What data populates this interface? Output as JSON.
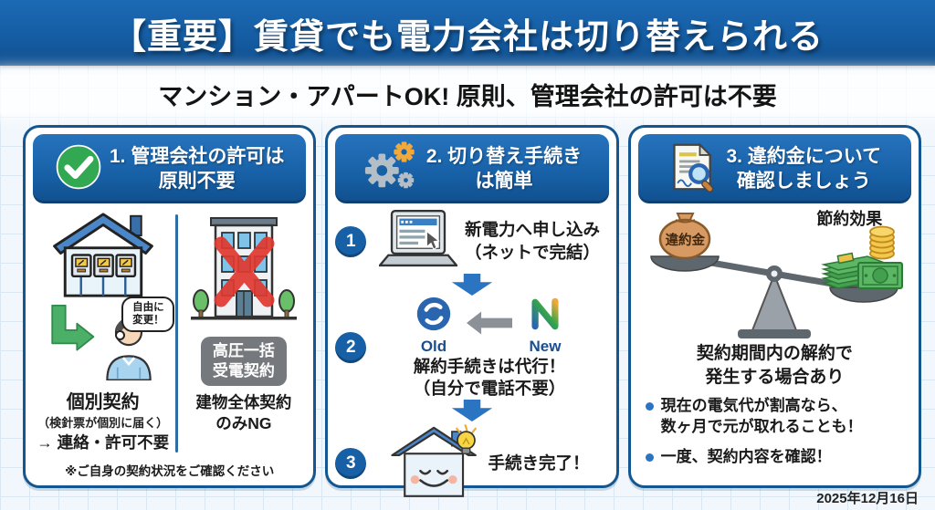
{
  "header": {
    "title": "【重要】賃貸でも電力会社は切り替えられる",
    "subtitle": "マンション・アパートOK! 原則、管理会社の許可は不要"
  },
  "card1": {
    "title": "1. 管理会社の許可は\n原則不要",
    "bubble": "自由に\n変更！",
    "left_caption_title": "個別契約",
    "left_caption_note": "（検針票が個別に届く）",
    "left_caption_result": "→ 連絡・許可不要",
    "right_badge": "高圧一括\n受電契約",
    "right_caption": "建物全体契約\nのみNG",
    "footnote": "※ご自身の契約状況をご確認ください"
  },
  "card2": {
    "title": "2. 切り替え手続き\nは簡単",
    "step1": {
      "num": "1",
      "text": "新電力へ申し込み\n（ネットで完結）"
    },
    "step2": {
      "num": "2",
      "old_label": "Old",
      "new_label": "New",
      "text": "解約手続きは代行！\n（自分で電話不要）"
    },
    "step3": {
      "num": "3",
      "text": "手続き完了！"
    }
  },
  "card3": {
    "title": "3. 違約金について\n確認しましょう",
    "penalty_label": "違約金",
    "savings_label": "節約効果",
    "caption": "契約期間内の解約で\n発生する場合あり",
    "bullets": [
      "現在の電気代が割高なら、\n数ヶ月で元が取れることも！",
      "一度、契約内容を確認！"
    ]
  },
  "footer": {
    "date": "2025年12月16日"
  },
  "colors": {
    "primary_blue": "#155da4",
    "accent_green": "#33a852",
    "alert_red": "#e0392f",
    "badge_gray": "#75797d",
    "arrow_blue": "#2b74c2"
  }
}
